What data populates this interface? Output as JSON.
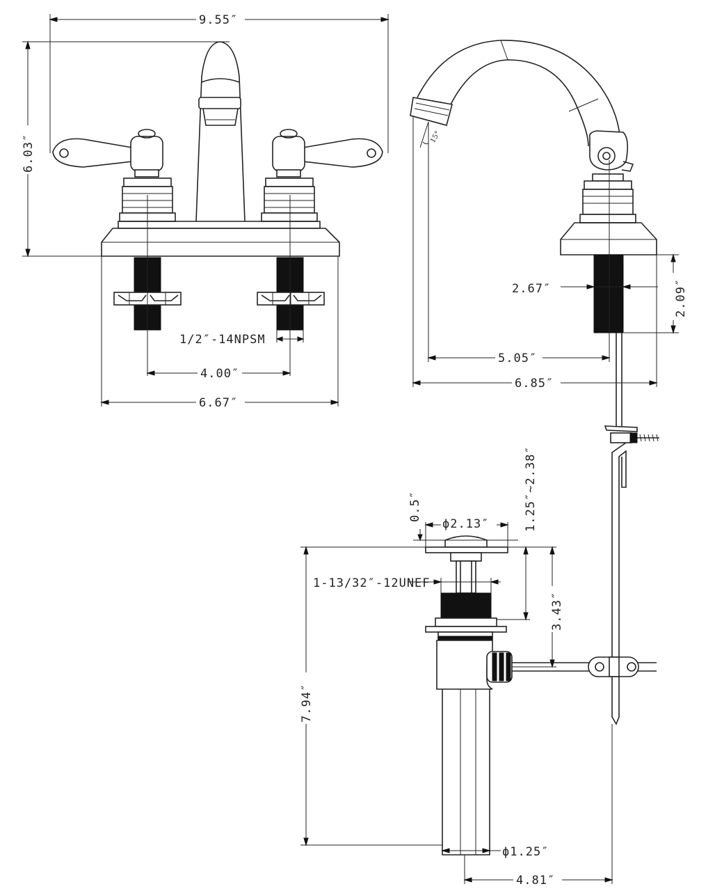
{
  "dimensions": {
    "front_width_top": "9.55″",
    "front_height": "6.03″",
    "thread_spec": "1/2″-14NPSM",
    "center_spacing": "4.00″",
    "base_width": "6.67″",
    "side_shank_dia": "2.67″",
    "side_shank_len": "2.09″",
    "side_reach": "5.05″",
    "side_depth": "6.85″",
    "spout_angle": "15°",
    "drain_height_range": "1.25″~2.38″",
    "drain_flange_height": "0.5″",
    "drain_flange_dia": "ϕ2.13″",
    "drain_thread": "1-13/32″-12UNEF",
    "drain_to_lever": "3.43″",
    "drain_total_length": "7.94″",
    "tailpiece_dia": "ϕ1.25″",
    "drain_to_rod": "4.81″"
  }
}
